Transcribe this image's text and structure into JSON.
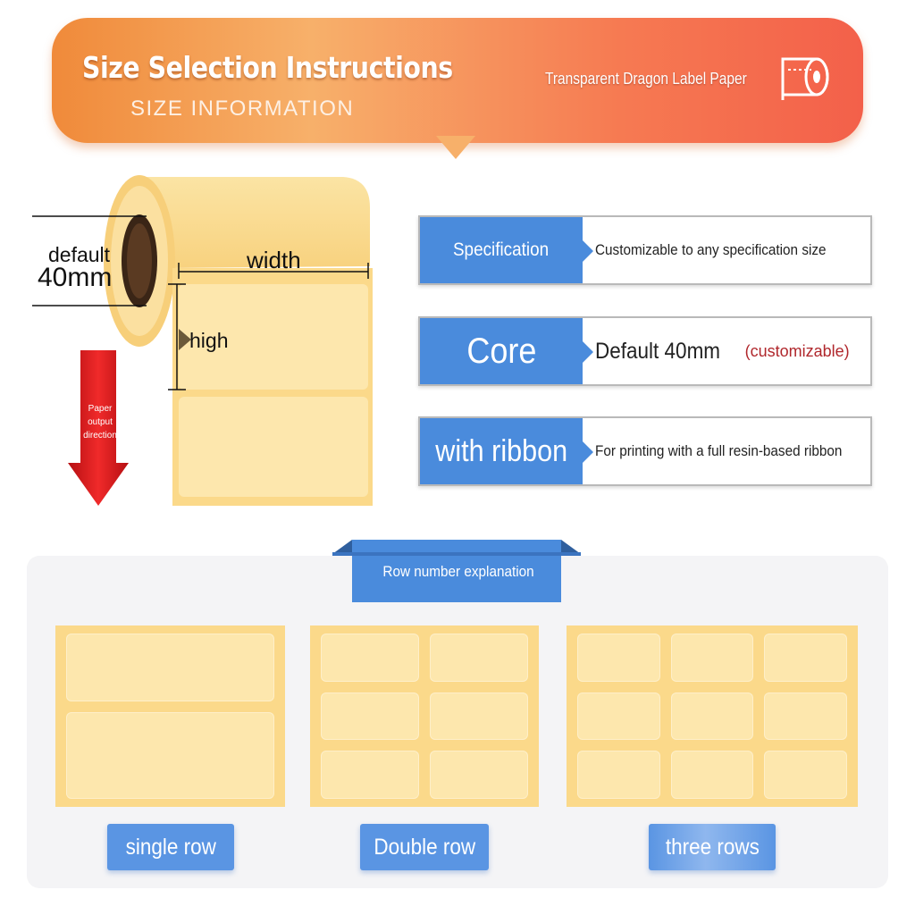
{
  "banner": {
    "title": "Size Selection Instructions",
    "subtitle": "SIZE INFORMATION",
    "product": "Transparent Dragon Label Paper",
    "icon": "label-roll-icon"
  },
  "diagram": {
    "core_label_line1": "default",
    "core_label_line2": "40mm",
    "width_label": "width",
    "height_label": "high",
    "direction_label": "Paper output direction"
  },
  "specs": [
    {
      "label": "Specification",
      "value": "Customizable to any specification size",
      "note": ""
    },
    {
      "label": "Core",
      "value": "Default 40mm",
      "note": "(customizable)"
    },
    {
      "label": "with ribbon",
      "value": "For printing with a full resin-based ribbon",
      "note": ""
    }
  ],
  "rows": {
    "heading": "Row number explanation",
    "single": "single row",
    "double": "Double row",
    "triple": "three rows"
  },
  "colors": {
    "accent_blue": "#4a8bdc",
    "banner_orange": "#f08a3a",
    "label_yellow": "#fbd98a",
    "note_red": "#b0272c"
  }
}
